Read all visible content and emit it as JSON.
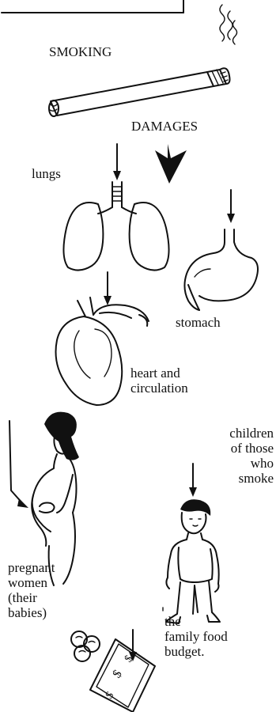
{
  "labels": {
    "smoking": "SMOKING",
    "damages": "DAMAGES",
    "lungs": "lungs",
    "stomach": "stomach",
    "heart": "heart and\ncirculation",
    "children": "children\nof those\nwho\nsmoke",
    "pregnant": "pregnant\nwomen\n(their\nbabies)",
    "budget": "the\nfamily food\nbudget."
  },
  "icons": {
    "cigarette": "cigarette-icon",
    "lungs": "lungs-icon",
    "stomach": "stomach-icon",
    "heart": "heart-icon",
    "pregnant_woman": "pregnant-woman-icon",
    "child": "child-icon",
    "money": "money-icon"
  },
  "colors": {
    "ink": "#111111",
    "paper": "#ffffff"
  }
}
